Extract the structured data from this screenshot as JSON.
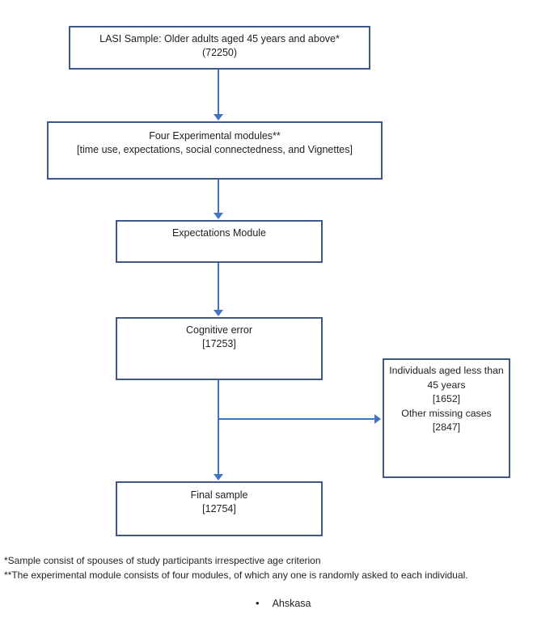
{
  "flowchart": {
    "colors": {
      "box_border": "#3f5887",
      "arrow": "#4472c4",
      "text": "#1f1f1f",
      "background": "#ffffff"
    },
    "boxes": [
      {
        "name": "lasi-sample",
        "lines": [
          "LASI Sample: Older adults aged 45 years and above*",
          "(72250)"
        ]
      },
      {
        "name": "experimental-modules",
        "lines": [
          "Four Experimental modules**",
          "[time use, expectations, social connectedness, and Vignettes]"
        ]
      },
      {
        "name": "expectations-module",
        "lines": [
          "Expectations Module"
        ]
      },
      {
        "name": "cognitive-error",
        "lines": [
          "Cognitive error",
          "[17253]"
        ]
      },
      {
        "name": "excluded-cases",
        "lines": [
          "Individuals aged less than 45 years",
          "[1652]",
          "Other missing cases",
          "[2847]"
        ]
      },
      {
        "name": "final-sample",
        "lines": [
          "Final sample",
          "[12754]"
        ]
      }
    ],
    "footnotes": [
      "*Sample consist of spouses of study participants irrespective age criterion",
      "**The experimental module consists of four modules, of which any one is randomly asked to each individual."
    ],
    "bullet_glyph": "•",
    "bullet_item": "Ahskasa"
  }
}
